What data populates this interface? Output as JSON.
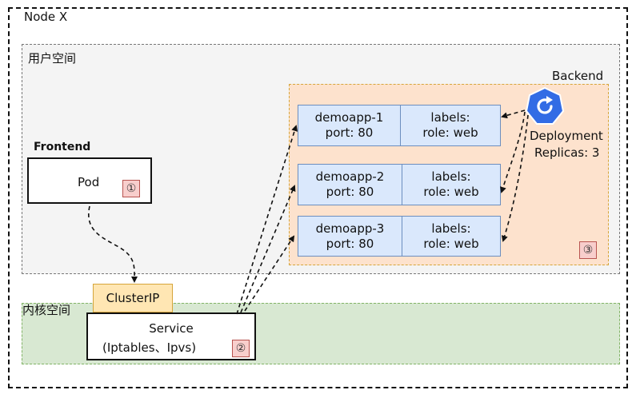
{
  "node": {
    "label": "Node X"
  },
  "user_space": {
    "label": "用户空间"
  },
  "kernel_space": {
    "label": "内核空间"
  },
  "frontend": {
    "label": "Frontend",
    "pod_label": "Pod",
    "marker": "①"
  },
  "service": {
    "tab_label": "ClusterIP",
    "name": "Service",
    "mode": "(Iptables、Ipvs)",
    "marker": "②"
  },
  "backend": {
    "label": "Backend",
    "marker": "③",
    "deployment": {
      "icon": "deployment-icon",
      "name": "Deployment",
      "replicas": "Replicas: 3"
    },
    "apps": [
      {
        "name": "demoapp-1",
        "port": "port: 80",
        "labels_title": "labels:",
        "labels_value": "role: web"
      },
      {
        "name": "demoapp-2",
        "port": "port: 80",
        "labels_title": "labels:",
        "labels_value": "role: web"
      },
      {
        "name": "demoapp-3",
        "port": "port: 80",
        "labels_title": "labels:",
        "labels_value": "role: web"
      }
    ]
  },
  "colors": {
    "app_fill": "#dae8fc",
    "app_border": "#6c8ebf",
    "backend_fill": "#fde2cd",
    "kernel_fill": "#d8e8d2",
    "clusterip_fill": "#ffe6b3",
    "marker_fill": "#f8cecc",
    "deployment_icon": "#326ce5"
  }
}
